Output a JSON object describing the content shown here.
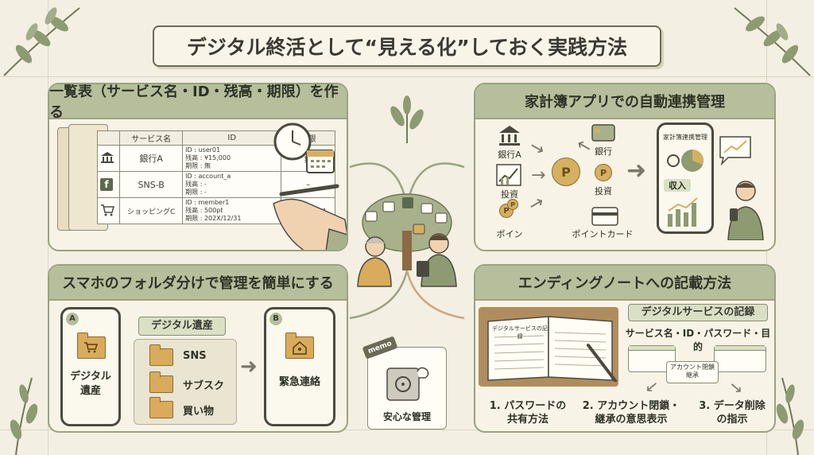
{
  "title": "デジタル終活として“見える化”しておく実践方法",
  "panel1": {
    "header": "一覧表（サービス名・ID・残高・期限）を作る",
    "table": {
      "headers": [
        "サービス名",
        "ID",
        "期限"
      ],
      "rows": [
        {
          "name": "銀行A",
          "id_lines": [
            "ID : user01",
            "残高 : ¥15,000",
            "期限 : 無"
          ],
          "limit": "無"
        },
        {
          "name": "SNS-B",
          "id_lines": [
            "ID : account_a",
            "残高 : -",
            "期限 : -"
          ],
          "limit": "–"
        },
        {
          "name": "ショッピングC",
          "id_lines": [
            "ID : member1",
            "残高 : 500pt",
            "期限 : 202X/12/31"
          ],
          "limit": "202X/12/31"
        }
      ]
    }
  },
  "panel2": {
    "header": "家計簿アプリでの自動連携管理",
    "left_labels": [
      "銀行A",
      "投資",
      "ポイン"
    ],
    "right_labels": [
      "銀行",
      "投資"
    ],
    "bottom_label": "ポイントカード",
    "coin_symbol": "P",
    "phone_title": "家計簿連携管理",
    "phone_chip": "収入"
  },
  "panel3": {
    "header": "スマホのフォルダ分けで管理を簡単にする",
    "phone_a": {
      "badge": "A",
      "label": "デジタル\n遺産"
    },
    "folder_title": "デジタル遺産",
    "folders": [
      "SNS",
      "サブスク",
      "買い物"
    ],
    "phone_b": {
      "badge": "B",
      "label": "緊急連絡"
    }
  },
  "panel4": {
    "header": "エンディングノートへの記載方法",
    "record_title": "デジタルサービスの記録",
    "record_sub": "サービス名・ID・パスワード・目的",
    "notebook_title": "デジタルサービスの記録",
    "mini_card": "アカウント閉鎖\n継承",
    "items": [
      "1. パスワードの\n共有方法",
      "2. アカウント閉鎖・\n継承の意思表示",
      "3. データ削除\nの指示"
    ]
  },
  "center": {
    "memo_tag": "memo",
    "safe_label": "安心な管理"
  },
  "colors": {
    "background": "#f3efe2",
    "panel_header": "#b7be9c",
    "accent_gold": "#d5b062",
    "border": "#9aa283"
  }
}
